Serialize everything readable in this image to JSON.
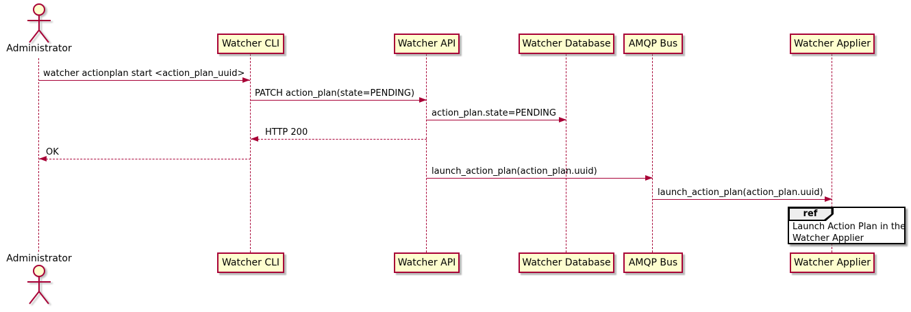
{
  "diagram": {
    "type": "sequence-diagram",
    "background": "#FFFFFF",
    "colors": {
      "participant_fill": "#FEFECE",
      "line_and_border": "#A80036",
      "text": "#000000",
      "ref_border": "#000000",
      "ref_label_fill": "#EEEEEE",
      "actor_head_fill": "#FEFECE"
    },
    "actor": {
      "name": "Administrator"
    },
    "participants": [
      {
        "name": "Watcher CLI"
      },
      {
        "name": "Watcher API"
      },
      {
        "name": "Watcher Database"
      },
      {
        "name": "AMQP Bus"
      },
      {
        "name": "Watcher Applier"
      }
    ],
    "messages": [
      {
        "from": "Administrator",
        "to": "Watcher CLI",
        "label": "watcher actionplan start <action_plan_uuid>",
        "line": "solid",
        "direction": "right"
      },
      {
        "from": "Watcher CLI",
        "to": "Watcher API",
        "label": "PATCH action_plan(state=PENDING)",
        "line": "solid",
        "direction": "right"
      },
      {
        "from": "Watcher API",
        "to": "Watcher Database",
        "label": "action_plan.state=PENDING",
        "line": "solid",
        "direction": "right"
      },
      {
        "from": "Watcher API",
        "to": "Watcher CLI",
        "label": "HTTP 200",
        "line": "dashed",
        "direction": "left"
      },
      {
        "from": "Watcher CLI",
        "to": "Administrator",
        "label": "OK",
        "line": "dashed",
        "direction": "left"
      },
      {
        "from": "Watcher API",
        "to": "AMQP Bus",
        "label": "launch_action_plan(action_plan.uuid)",
        "line": "solid",
        "direction": "right"
      },
      {
        "from": "AMQP Bus",
        "to": "Watcher Applier",
        "label": "launch_action_plan(action_plan.uuid)",
        "line": "solid",
        "direction": "right"
      }
    ],
    "ref": {
      "keyword": "ref",
      "lines": [
        "Launch Action Plan in the",
        "Watcher Applier"
      ]
    }
  }
}
